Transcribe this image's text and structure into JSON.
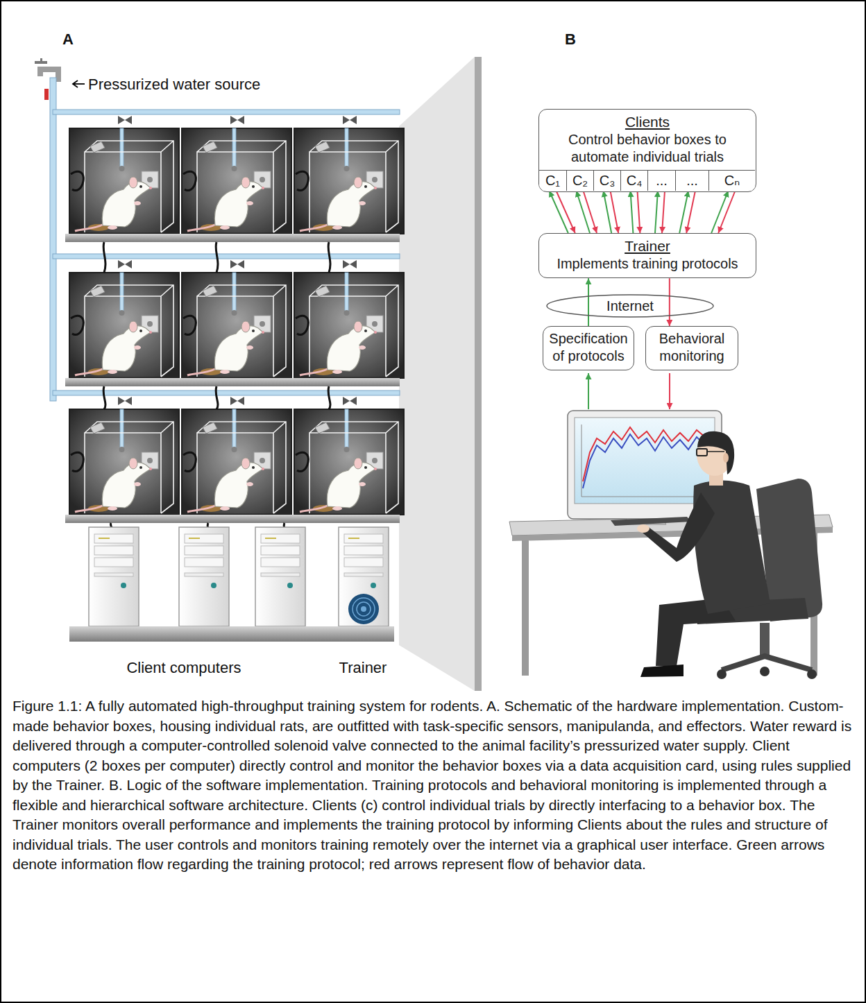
{
  "diagram": {
    "caption": "Figure 1.1: A fully automated high-throughput training system for rodents. A. Schematic of the hardware implementation. Custom-made behavior boxes, housing individual rats, are outfitted with task-specific sensors, manipulanda, and effectors. Water reward is delivered through a computer-controlled solenoid valve connected to the animal facility’s pressurized water supply. Client computers (2 boxes per computer) directly control and monitor the behavior boxes via a data acquisition card, using rules supplied by the Trainer. B. Logic of the software implementation. Training protocols and behavioral monitoring is implemented through a flexible and hierarchical software architecture. Clients (c) control individual trials by directly interfacing to a behavior box. The Trainer monitors overall performance and implements the training protocol by informing Clients about the rules and structure of individual trials. The user controls and monitors training remotely over the internet via a graphical user interface. Green arrows denote information flow regarding the training protocol; red arrows represent flow of behavior data.",
    "nodes": [
      {
        "text": [
          "Clients",
          "Control behavior boxes to automate individual trials"
        ]
      },
      {
        "text": [
          "C₁"
        ],
        "in": 0
      },
      {
        "text": [
          "C₂"
        ],
        "in": 0
      },
      {
        "text": [
          "C₃"
        ],
        "in": 0
      },
      {
        "text": [
          "C₄"
        ],
        "in": 0
      },
      {
        "text": [
          "..."
        ],
        "in": 0
      },
      {
        "text": [
          "..."
        ],
        "in": 0
      },
      {
        "text": [
          "Cₙ"
        ],
        "in": 0
      },
      {
        "text": [
          "Trainer",
          "Implements training protocols"
        ]
      },
      {
        "text": [
          "Internet"
        ]
      },
      {
        "text": [
          "Specification of protocols"
        ]
      },
      {
        "text": [
          "Behavioral monitoring"
        ]
      }
    ],
    "edges": [
      {
        "from": 8,
        "to": 1,
        "arrow": "to"
      },
      {
        "from": 1,
        "to": 8,
        "arrow": "to"
      },
      {
        "from": 8,
        "to": 2,
        "arrow": "to"
      },
      {
        "from": 2,
        "to": 8,
        "arrow": "to"
      },
      {
        "from": 8,
        "to": 3,
        "arrow": "to"
      },
      {
        "from": 3,
        "to": 8,
        "arrow": "to"
      },
      {
        "from": 8,
        "to": 4,
        "arrow": "to"
      },
      {
        "from": 4,
        "to": 8,
        "arrow": "to"
      },
      {
        "from": 8,
        "to": 5,
        "arrow": "to"
      },
      {
        "from": 5,
        "to": 8,
        "arrow": "to"
      },
      {
        "from": 8,
        "to": 6,
        "arrow": "to"
      },
      {
        "from": 6,
        "to": 8,
        "arrow": "to"
      },
      {
        "from": 8,
        "to": 7,
        "arrow": "to"
      },
      {
        "from": 7,
        "to": 8,
        "arrow": "to"
      },
      {
        "from": 10,
        "to": 8,
        "arrow": "to"
      },
      {
        "from": 8,
        "to": 11,
        "arrow": "to"
      }
    ],
    "labels": [
      "A",
      "B",
      "Pressurized water source",
      "Client computers",
      "Trainer"
    ]
  }
}
